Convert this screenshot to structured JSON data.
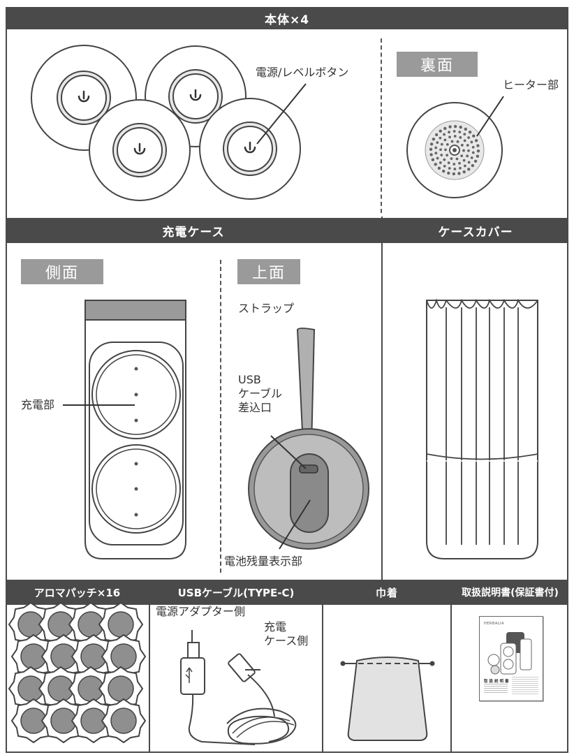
{
  "sections": {
    "main_unit": "本体×4",
    "charging_case": "充電ケース",
    "case_cover": "ケースカバー",
    "aroma_patch": "アロマパッチ×16",
    "usb_cable": "USBケーブル(TYPE-C)",
    "pouch": "巾着",
    "manual": "取扱説明書(保証書付)"
  },
  "tags": {
    "back": "裏面",
    "side": "側面",
    "top": "上面"
  },
  "labels": {
    "power_button": "電源/レベルボタン",
    "heater": "ヒーター部",
    "charging_part": "充電部",
    "strap": "ストラップ",
    "usb_port_line1": "USB",
    "usb_port_line2": "ケーブル",
    "usb_port_line3": "差込口",
    "battery_indicator": "電池残量表示部",
    "adapter_side": "電源アダプター側",
    "case_side_line1": "充電",
    "case_side_line2": "ケース側"
  },
  "manual_cover": {
    "brand": "HERBALIA",
    "title": "取扱説明書"
  }
}
